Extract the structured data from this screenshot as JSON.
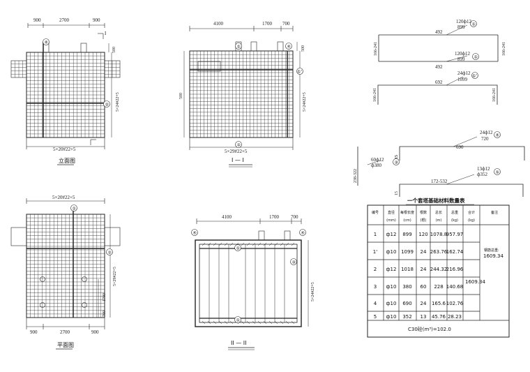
{
  "views": {
    "elevation": {
      "title": "立面图",
      "top_dims": [
        "900",
        "2700",
        "900"
      ],
      "bottom_dim": "5×20#22+5",
      "right_dim": "5×24#22+5",
      "right_small": "500",
      "marks": [
        "④",
        "②"
      ],
      "section_mark": "I"
    },
    "section1": {
      "title": "I — I",
      "top_dims": [
        "4100",
        "1700",
        "700"
      ],
      "left_dim": "500",
      "right_dim": "5×24#22+5",
      "right_small": "500",
      "bottom_dim": "5×29#22+5",
      "marks": [
        "①",
        "④",
        "①'",
        "②"
      ]
    },
    "plan": {
      "title": "平面图",
      "top_dim": "5×20#22+5",
      "bottom_dims": [
        "900",
        "2700",
        "900"
      ],
      "right_dim": "5×29#22+5",
      "right_small": [
        "1700",
        "700"
      ],
      "marks": [
        "①",
        "②"
      ]
    },
    "section2": {
      "title": "II — II",
      "top_dims": [
        "4100",
        "1700",
        "700"
      ],
      "right_dim": "5×24#22+5",
      "marks": [
        "④",
        "④",
        "①",
        "③",
        "①"
      ]
    }
  },
  "rebar_details": {
    "bar1": {
      "spec": "120ф12",
      "length": "899",
      "mark": "①",
      "span": "492",
      "left_hook": "166-241",
      "right_hook": "166-241"
    },
    "bar2": {
      "spec": "120ф12",
      "length": "899",
      "mark": "①",
      "span": "492"
    },
    "bar3": {
      "spec": "24ф12",
      "length": "1099",
      "mark": "①'",
      "span": "692",
      "left_hook": "166-241",
      "right_hook": "166-241"
    },
    "bar4": {
      "spec": "24ф12",
      "length": "720",
      "mark": "④",
      "span": "690",
      "hook": "15"
    },
    "bar5": {
      "spec": "60ф12",
      "length": "ф380",
      "mark": "③",
      "side": "238-322",
      "hook": "15"
    },
    "bar6": {
      "spec": "13ф12",
      "length": "ф352",
      "mark": "⑤",
      "span": "172-532",
      "hook": "15"
    }
  },
  "table": {
    "title": "一个套塔基础材料数量表",
    "headers": [
      "编号",
      "直径",
      "每根长度",
      "根数",
      "总长",
      "总重",
      "合计",
      "备注"
    ],
    "units": [
      "",
      "(mm)",
      "(cm)",
      "(根)",
      "(m)",
      "(kg)",
      "(kg)",
      ""
    ],
    "rows": [
      {
        "no": "1",
        "dia": "ф12",
        "len": "899",
        "count": "120",
        "total_len": "1078.8",
        "weight": "957.97"
      },
      {
        "no": "1'",
        "dia": "ф10",
        "len": "1099",
        "count": "24",
        "total_len": "263.76",
        "weight": "162.74"
      },
      {
        "no": "2",
        "dia": "ф12",
        "len": "1018",
        "count": "24",
        "total_len": "244.32",
        "weight": "216.96"
      },
      {
        "no": "3",
        "dia": "ф10",
        "len": "380",
        "count": "60",
        "total_len": "228",
        "weight": "140.68"
      },
      {
        "no": "4",
        "dia": "ф10",
        "len": "690",
        "count": "24",
        "total_len": "165.6",
        "weight": "102.76"
      },
      {
        "no": "5",
        "dia": "ф10",
        "len": "352",
        "count": "13",
        "total_len": "45.76",
        "weight": "28.23"
      }
    ],
    "subtotal": "1609.34",
    "remark_label": "钢筋总重:",
    "remark_value": "1609.34",
    "footer": "C30砼(m³)=102.0"
  }
}
